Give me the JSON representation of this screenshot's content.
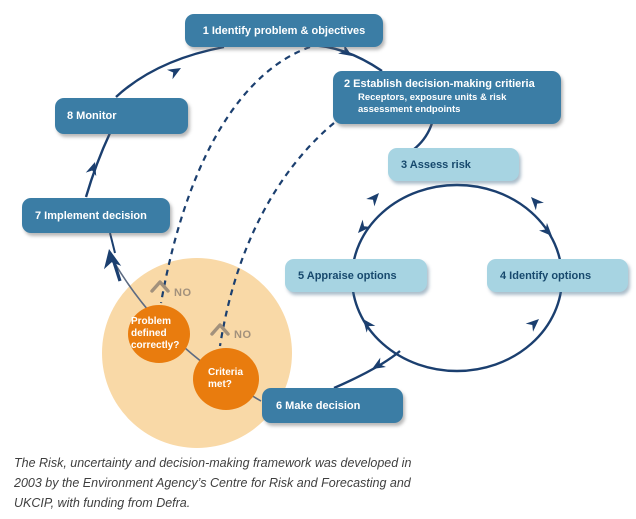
{
  "diagram": {
    "stages": [
      {
        "label": "1 Identify problem & objectives"
      },
      {
        "label": "2 Establish decision-making critieria",
        "sublabel": "Receptors, exposure units & risk assessment endpoints"
      },
      {
        "label": "3 Assess risk"
      },
      {
        "label": "4 Identify options"
      },
      {
        "label": "5 Appraise options"
      },
      {
        "label": "6 Make decision"
      },
      {
        "label": "7 Implement decision"
      },
      {
        "label": "8 Monitor"
      }
    ],
    "decision_nodes": [
      {
        "label": "Problem defined correctly?",
        "no_label": "NO"
      },
      {
        "label": "Criteria met?",
        "no_label": "NO"
      }
    ],
    "colors": {
      "stage_dark": "#3b7da5",
      "stage_light": "#a7d4e2",
      "cycle_line": "#1b3f6f",
      "decision_orange": "#e97c0e",
      "halo_peach": "#f9d9a7",
      "no_taupe": "#a2917c",
      "connector_slate": "#5d6b82"
    }
  },
  "caption": {
    "lines": [
      "The Risk, uncertainty and decision-making framework was developed in",
      "2003 by the Environment Agency’s Centre for Risk and Forecasting and",
      "UKCIP, with funding from Defra."
    ]
  }
}
